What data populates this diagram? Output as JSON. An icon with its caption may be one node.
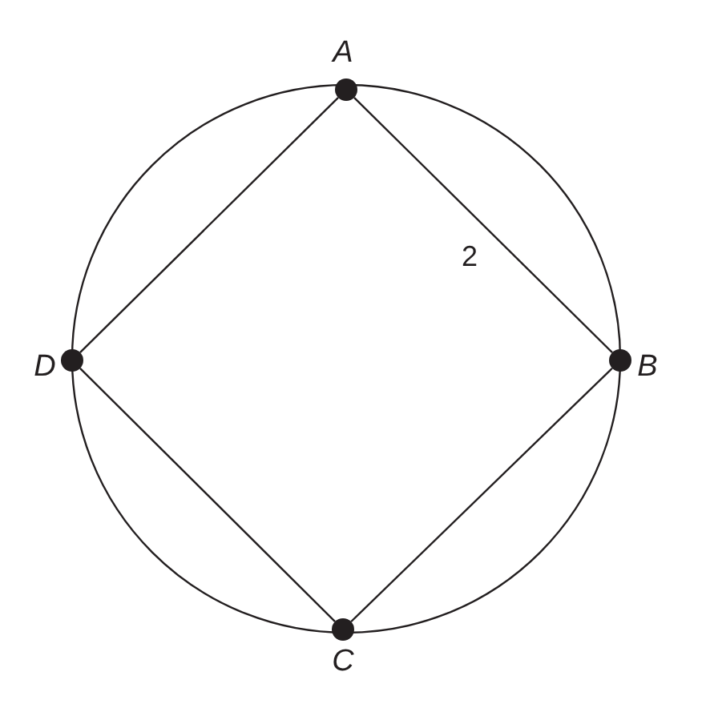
{
  "diagram": {
    "nodes": [
      {
        "text": [],
        "shape": "circle",
        "beside": [
          "A"
        ]
      },
      {
        "text": [],
        "shape": "circle",
        "beside": [
          "B"
        ]
      },
      {
        "text": [],
        "shape": "circle",
        "beside": [
          "C"
        ]
      },
      {
        "text": [],
        "shape": "circle",
        "beside": [
          "D"
        ]
      }
    ],
    "edges": [
      {
        "from": 0,
        "to": 1,
        "arrow": "none",
        "label": "2"
      },
      {
        "from": 1,
        "to": 2,
        "arrow": "none"
      },
      {
        "from": 2,
        "to": 3,
        "arrow": "none"
      },
      {
        "from": 3,
        "to": 0,
        "arrow": "none"
      }
    ]
  }
}
